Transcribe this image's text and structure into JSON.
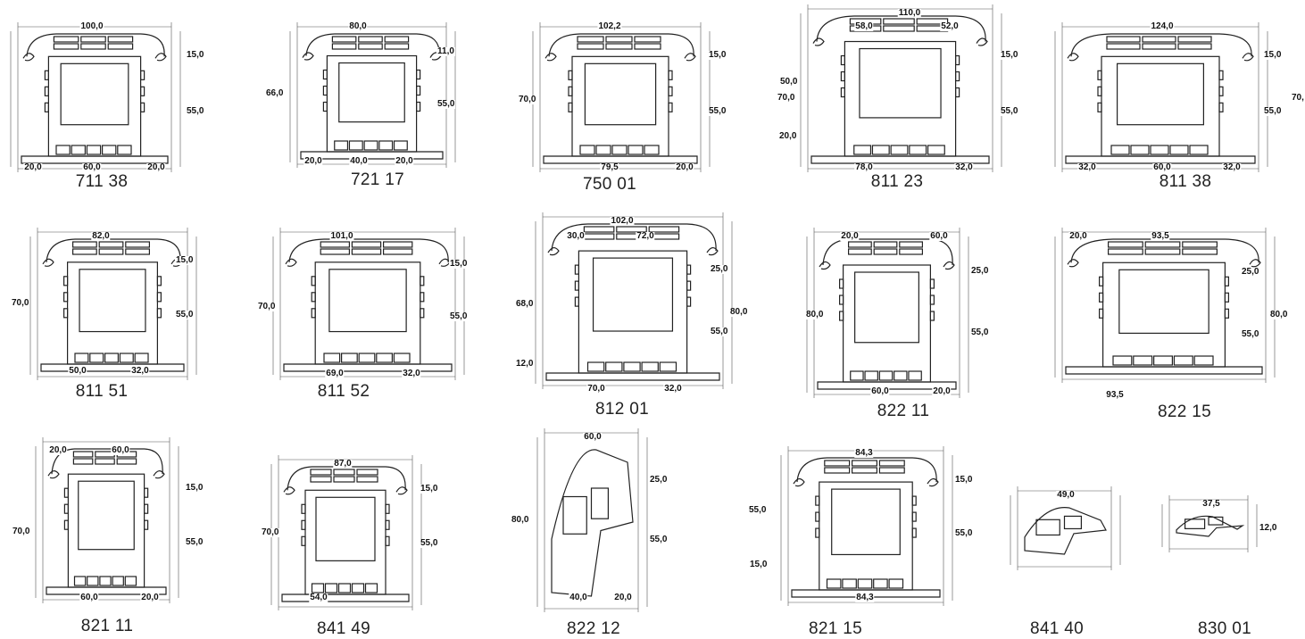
{
  "profiles": [
    {
      "code": "711 38",
      "dims": [
        "100,0",
        "15,0",
        "55,0",
        "20,0",
        "60,0",
        "20,0"
      ]
    },
    {
      "code": "721 17",
      "dims": [
        "80,0",
        "11,0",
        "66,0",
        "55,0",
        "20,0",
        "40,0",
        "20,0"
      ]
    },
    {
      "code": "750 01",
      "dims": [
        "102,2",
        "15,0",
        "70,0",
        "55,0",
        "79,5",
        "20,0"
      ]
    },
    {
      "code": "811 23",
      "dims": [
        "110,0",
        "58,0",
        "52,0",
        "15,0",
        "50,0",
        "70,0",
        "55,0",
        "20,0",
        "78,0",
        "32,0"
      ]
    },
    {
      "code": "811 38",
      "dims": [
        "124,0",
        "15,0",
        "70,",
        "55,0",
        "32,0",
        "60,0",
        "32,0"
      ]
    },
    {
      "code": "811 51",
      "dims": [
        "82,0",
        "15,0",
        "70,0",
        "55,0",
        "50,0",
        "32,0"
      ]
    },
    {
      "code": "811 52",
      "dims": [
        "101,0",
        "15,0",
        "70,0",
        "55,0",
        "69,0",
        "32,0"
      ]
    },
    {
      "code": "812 01",
      "dims": [
        "102,0",
        "30,0",
        "72,0",
        "25,0",
        "68,0",
        "80,0",
        "55,0",
        "12,0",
        "70,0",
        "32,0"
      ]
    },
    {
      "code": "822 11",
      "dims": [
        "20,0",
        "60,0",
        "25,0",
        "80,0",
        "55,0",
        "60,0",
        "20,0"
      ]
    },
    {
      "code": "822 15",
      "dims": [
        "20,0",
        "93,5",
        "25,0",
        "80,0",
        "55,0",
        "93,5"
      ]
    },
    {
      "code": "821 11",
      "dims": [
        "20,0",
        "60,0",
        "15,0",
        "70,0",
        "55,0",
        "60,0",
        "20,0"
      ]
    },
    {
      "code": "841 49",
      "dims": [
        "87,0",
        "15,0",
        "70,0",
        "55,0",
        "54,0"
      ]
    },
    {
      "code": "822 12",
      "dims": [
        "60,0",
        "25,0",
        "80,0",
        "55,0",
        "40,0",
        "20,0"
      ]
    },
    {
      "code": "821 15",
      "dims": [
        "84,3",
        "15,0",
        "55,0",
        "55,0",
        "15,0",
        "84,3"
      ]
    },
    {
      "code": "841 40",
      "dims": [
        "49,0"
      ]
    },
    {
      "code": "830 01",
      "dims": [
        "37,5",
        "12,0"
      ]
    }
  ]
}
